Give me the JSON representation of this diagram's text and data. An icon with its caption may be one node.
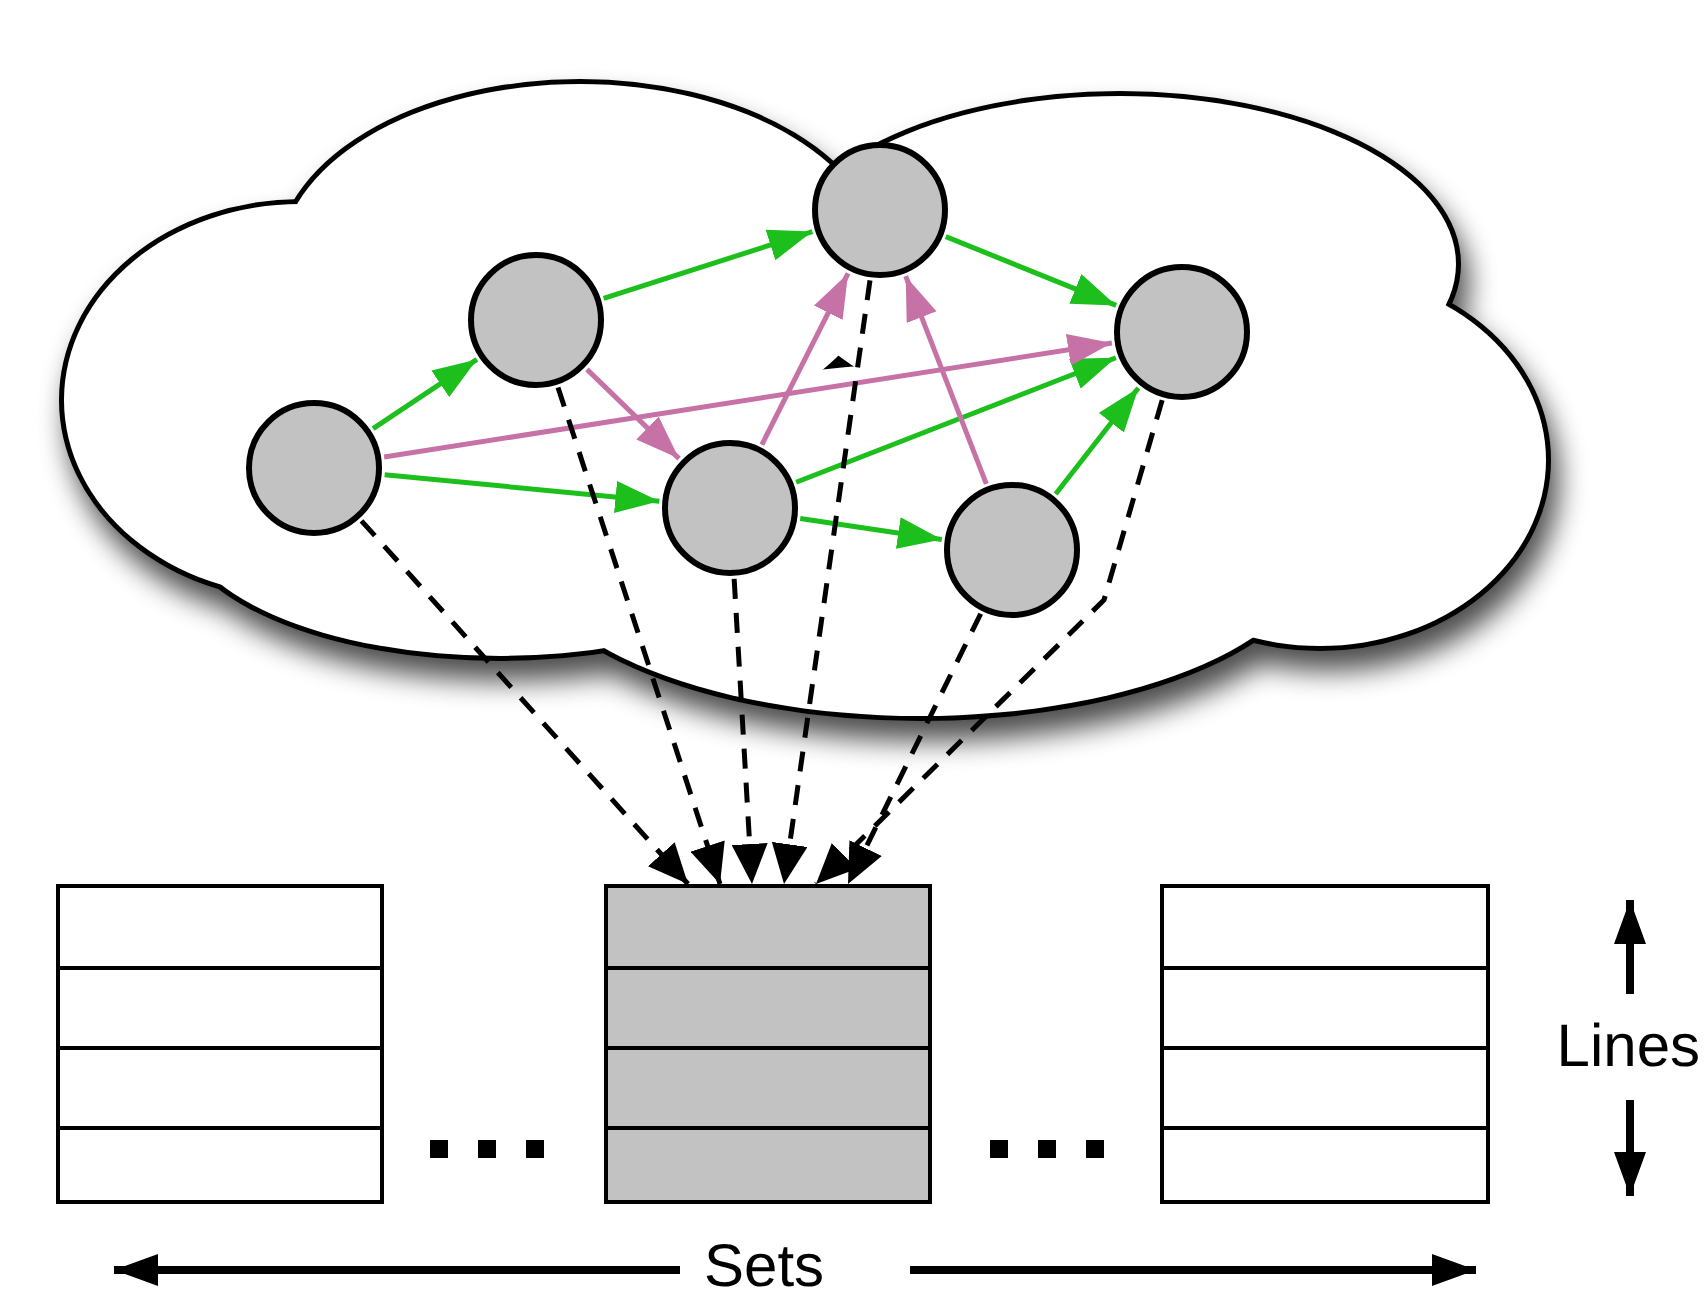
{
  "diagram": {
    "nodes": [
      {
        "text": [],
        "shape": "cloud"
      },
      {
        "text": [],
        "shape": "circle",
        "in": 0
      },
      {
        "text": [],
        "shape": "circle",
        "in": 0
      },
      {
        "text": [],
        "shape": "circle",
        "in": 0
      },
      {
        "text": [],
        "shape": "circle",
        "in": 0
      },
      {
        "text": [],
        "shape": "circle",
        "in": 0
      },
      {
        "text": [],
        "shape": "circle",
        "in": 0
      },
      {
        "text": [],
        "shape": "box"
      },
      {
        "text": [],
        "shape": "box"
      },
      {
        "text": [],
        "shape": "box"
      }
    ],
    "edges": [
      {
        "from": 1,
        "to": 2,
        "arrow": "to"
      },
      {
        "from": 1,
        "to": 5,
        "arrow": "to"
      },
      {
        "from": 2,
        "to": 3,
        "arrow": "to"
      },
      {
        "from": 3,
        "to": 4,
        "arrow": "to"
      },
      {
        "from": 5,
        "to": 4,
        "arrow": "to"
      },
      {
        "from": 5,
        "to": 6,
        "arrow": "to"
      },
      {
        "from": 6,
        "to": 4,
        "arrow": "to"
      },
      {
        "from": 2,
        "to": 5,
        "arrow": "to",
        "color": "#c672a6"
      },
      {
        "from": 1,
        "to": 4,
        "arrow": "to",
        "color": "#c672a6"
      },
      {
        "from": 5,
        "to": 3,
        "arrow": "to",
        "color": "#c672a6"
      },
      {
        "from": 6,
        "to": 3,
        "arrow": "to",
        "color": "#c672a6"
      },
      {
        "from": 1,
        "to": 8,
        "arrow": "to",
        "style": "dashed",
        "color": "#000000"
      },
      {
        "from": 2,
        "to": 8,
        "arrow": "to",
        "style": "dashed",
        "color": "#000000"
      },
      {
        "from": 5,
        "to": 8,
        "arrow": "to",
        "style": "dashed",
        "color": "#000000"
      },
      {
        "from": 3,
        "to": 8,
        "arrow": "to",
        "style": "dashed",
        "color": "#000000"
      },
      {
        "from": 4,
        "to": 8,
        "arrow": "to",
        "style": "dashed",
        "color": "#000000"
      },
      {
        "from": 6,
        "to": 8,
        "arrow": "to",
        "style": "dashed",
        "color": "#000000"
      }
    ],
    "labels": [
      "Lines",
      "Sets"
    ]
  }
}
